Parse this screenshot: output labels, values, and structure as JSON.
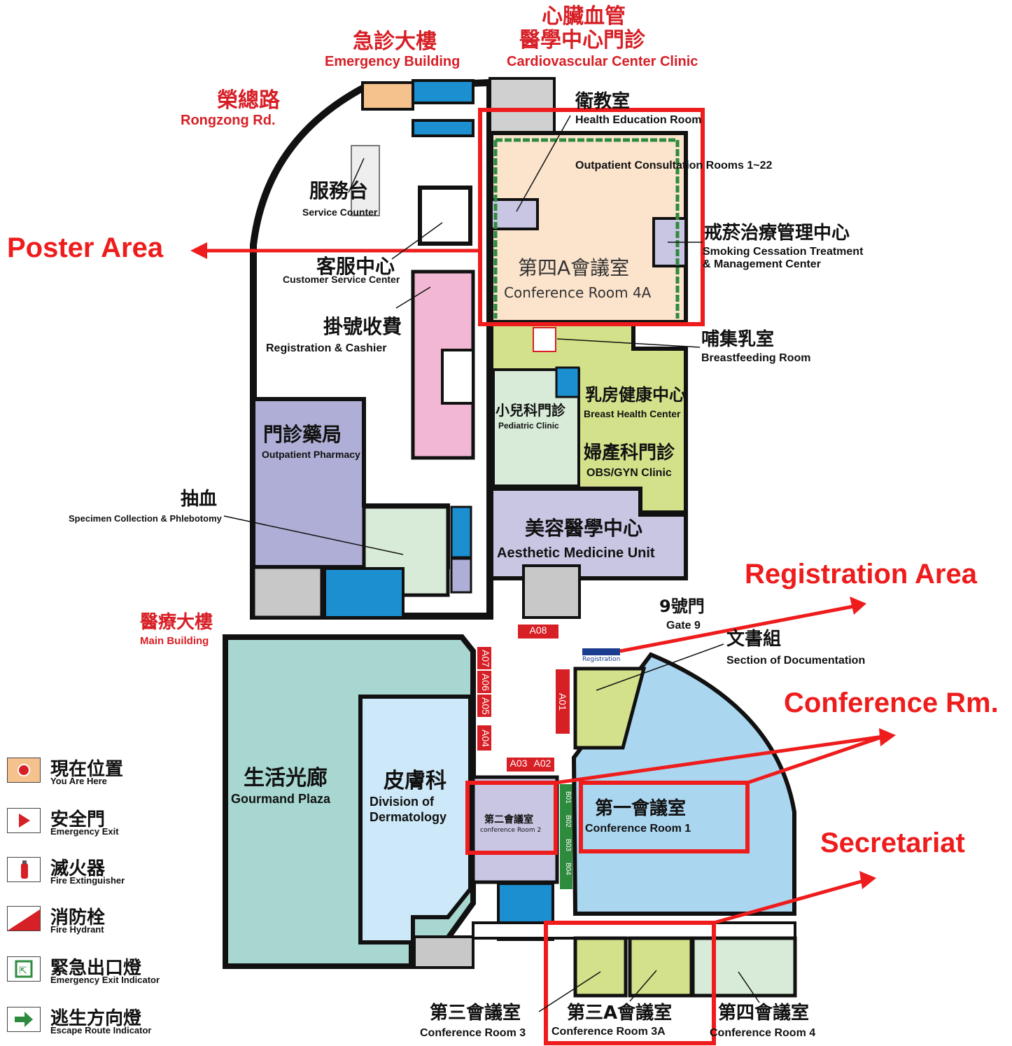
{
  "top": {
    "emergency": {
      "zh": "急診大樓",
      "en": "Emergency Building"
    },
    "cardio": {
      "zh1": "心臟血管",
      "zh2": "醫學中心門診",
      "en": "Cardiovascular Center Clinic"
    },
    "rongzong": {
      "zh": "榮總路",
      "en": "Rongzong Rd."
    }
  },
  "rooms": {
    "health_edu": {
      "zh": "衛教室",
      "en": "Health Education Room"
    },
    "outpatient": {
      "en": "Outpatient Consultation Rooms 1~22"
    },
    "service": {
      "zh": "服務台",
      "en": "Service Counter"
    },
    "customer": {
      "zh": "客服中心",
      "en": "Customer Service Center"
    },
    "conf4a": {
      "zh": "第四A會議室",
      "en": "Conference Room 4A"
    },
    "smoking": {
      "zh": "戒菸治療管理中心",
      "en1": "Smoking Cessation Treatment",
      "en2": "& Management Center"
    },
    "breastfeed": {
      "zh": "哺集乳室",
      "en": "Breastfeeding Room"
    },
    "registration": {
      "zh": "掛號收費",
      "en": "Registration & Cashier"
    },
    "pediatric": {
      "zh": "小兒科門診",
      "en": "Pediatric Clinic"
    },
    "breast": {
      "zh": "乳房健康中心",
      "en": "Breast Health Center"
    },
    "obs": {
      "zh": "婦產科門診",
      "en": "OBS/GYN Clinic"
    },
    "pharmacy": {
      "zh": "門診藥局",
      "en": "Outpatient Pharmacy"
    },
    "blood": {
      "zh": "抽血",
      "en": "Specimen Collection & Phlebotomy"
    },
    "aesthetic": {
      "zh": "美容醫學中心",
      "en": "Aesthetic Medicine Unit"
    },
    "main": {
      "zh": "醫療大樓",
      "en": "Main Building"
    },
    "gate9": {
      "zh": "9號門",
      "en": "Gate 9"
    },
    "documentation": {
      "zh": "文書組",
      "en": "Section of Documentation"
    },
    "registration_desk": {
      "en": "Registration"
    },
    "gourmand": {
      "zh": "生活光廊",
      "en": "Gourmand Plaza"
    },
    "derm": {
      "zh": "皮膚科",
      "en1": "Division of",
      "en2": "Dermatology"
    },
    "conf2": {
      "zh": "第二會議室",
      "en": "conference Room 2"
    },
    "conf1": {
      "zh": "第一會議室",
      "en": "Conference Room 1"
    },
    "conf3": {
      "zh": "第三會議室",
      "en": "Conference Room 3"
    },
    "conf3a": {
      "zh": "第三A會議室",
      "en": "Conference Room 3A"
    },
    "conf4": {
      "zh": "第四會議室",
      "en": "Conference Room 4"
    }
  },
  "booths": {
    "a08": "A08",
    "a07": "A07",
    "a06": "A06",
    "a05": "A05",
    "a04": "A04",
    "a03": "A03",
    "a02": "A02",
    "a01": "A01",
    "b01": "B01",
    "b02": "B02",
    "b03": "B03",
    "b04": "B04"
  },
  "callouts": {
    "poster": "Poster Area",
    "registration": "Registration Area",
    "conference": "Conference Rm.",
    "secretariat": "Secretariat"
  },
  "legend": [
    {
      "zh": "現在位置",
      "en": "You Are Here",
      "icon": "you-are-here-icon"
    },
    {
      "zh": "安全門",
      "en": "Emergency Exit",
      "icon": "emergency-exit-icon"
    },
    {
      "zh": "滅火器",
      "en": "Fire Extinguisher",
      "icon": "fire-extinguisher-icon"
    },
    {
      "zh": "消防栓",
      "en": "Fire Hydrant",
      "icon": "fire-hydrant-icon"
    },
    {
      "zh": "緊急出口燈",
      "en": "Emergency Exit Indicator",
      "icon": "exit-indicator-icon"
    },
    {
      "zh": "逃生方向燈",
      "en": "Escape Route Indicator",
      "icon": "escape-route-icon"
    }
  ],
  "colors": {
    "peach": "#fbe3cc",
    "lavender": "#c9c6e4",
    "green": "#d3e28a",
    "mint": "#d8ebd8",
    "pink": "#f2b7d3",
    "purple": "#aeaed6",
    "teal": "#a7d7d0",
    "skyblue": "#abd6f0",
    "lightblue": "#cde8f8",
    "grey": "#c8c8c8",
    "highlight": "#ee1c1c"
  }
}
